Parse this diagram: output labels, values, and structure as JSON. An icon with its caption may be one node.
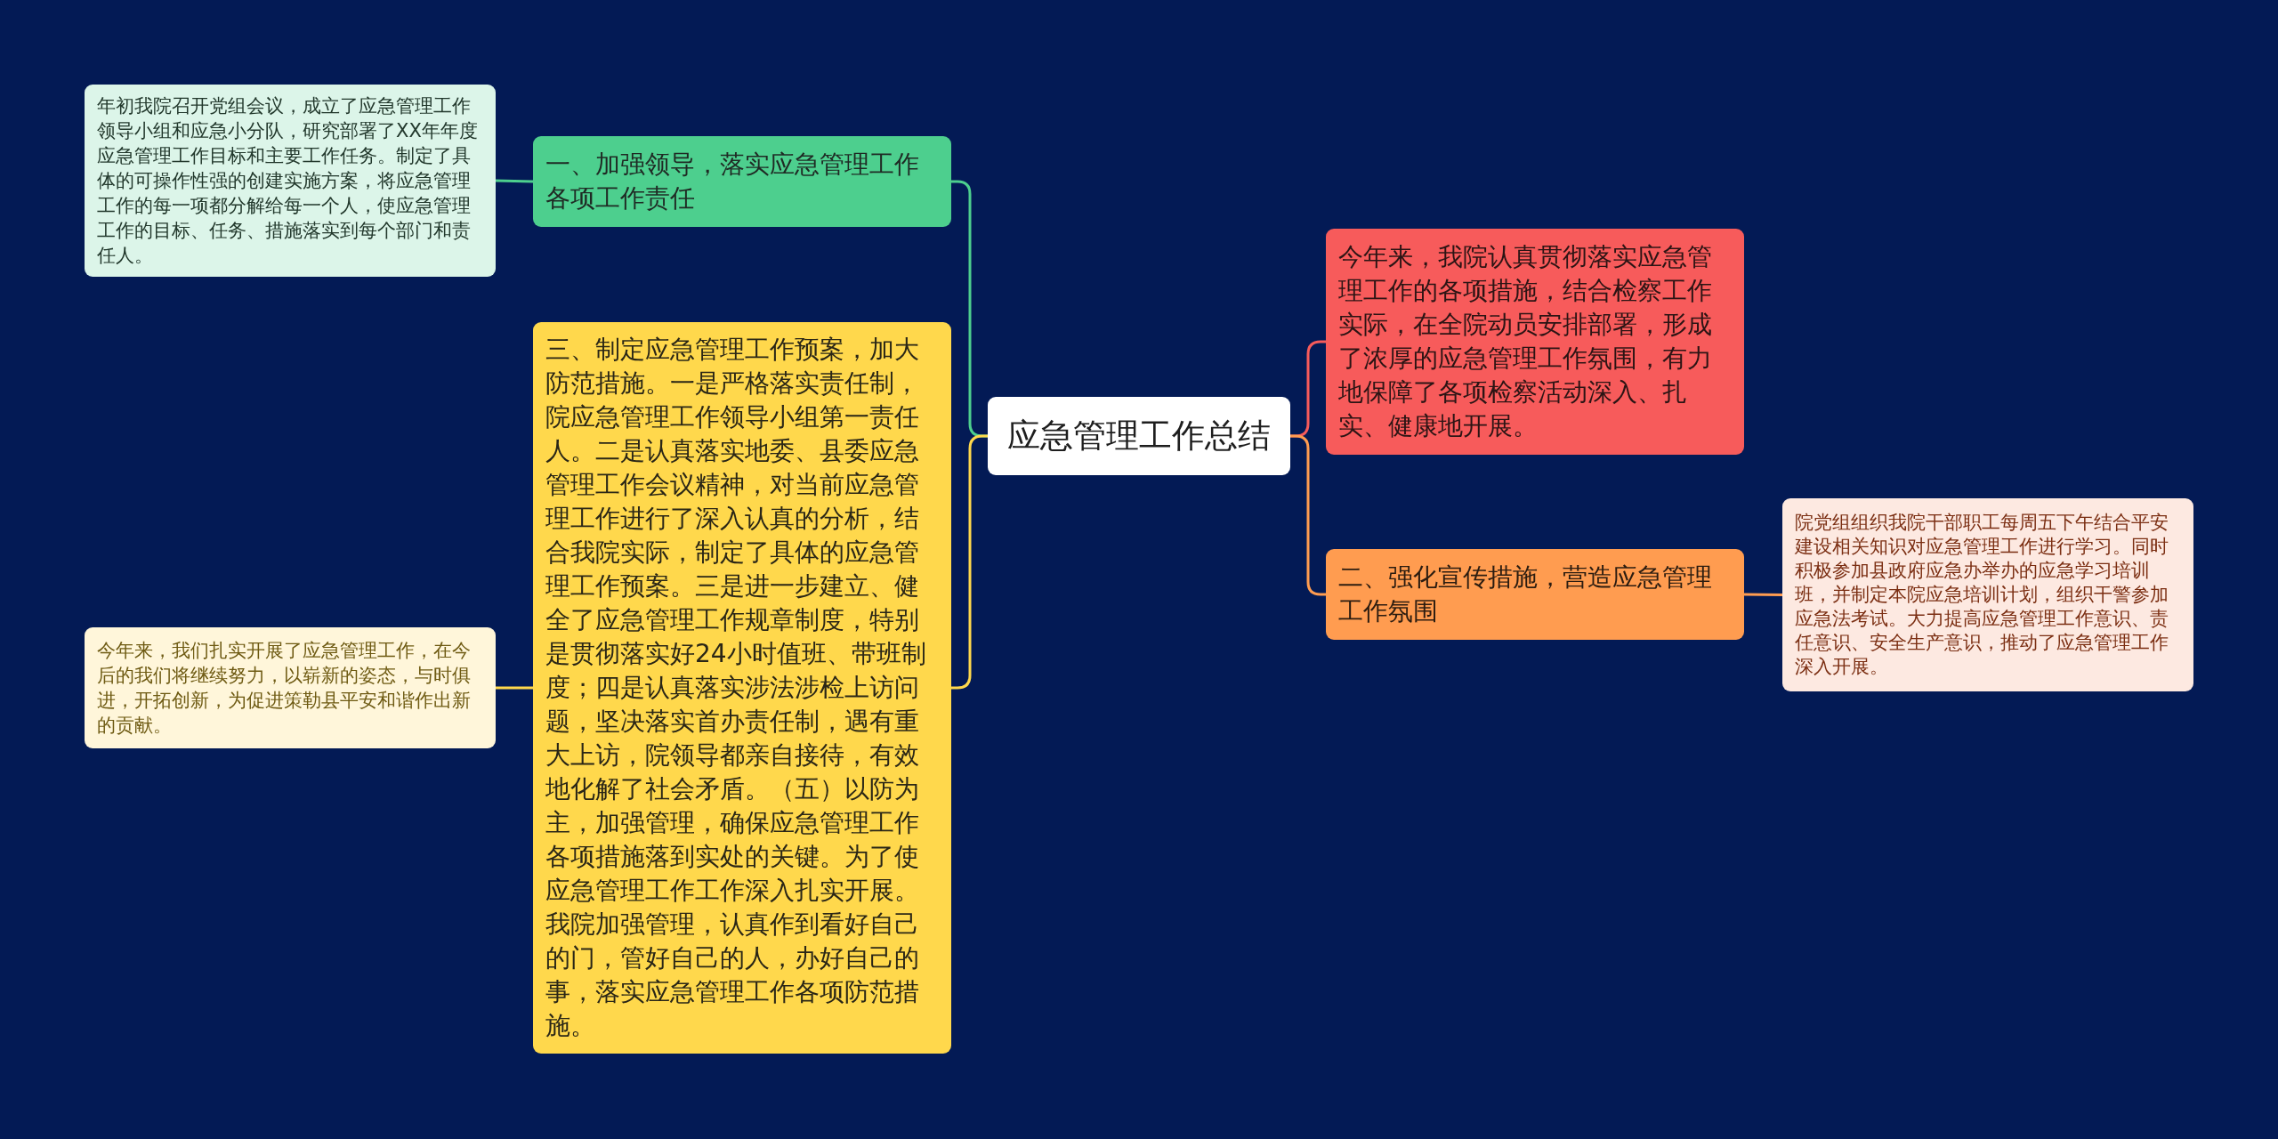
{
  "diagram": {
    "nodes": [
      {
        "text": [
          "应急管理工作总结"
        ]
      },
      {
        "text": [
          "一、加强领导，落实应急管理工作各项工作责任"
        ]
      },
      {
        "text": [
          "年初我院召开党组会议，成立了应急管理工作领导小组和应急小分队，研究部署了XX年年度应急管理工作目标和主要工作任务。制定了具体的可操作性强的创建实施方案，将应急管理工作的每一项都分解给每一个人，使应急管理工作的目标、任务、措施落实到每个部门和责任人。"
        ]
      },
      {
        "text": [
          "三、制定应急管理工作预案，加大防范措施。一是严格落实责任制，院应急管理工作领导小组第一责任人。二是认真落实地委、县委应急管理工作会议精神，对当前应急管理工作进行了深入认真的分析，结合我院实际，制定了具体的应急管理工作预案。三是进一步建立、健全了应急管理工作规章制度，特别是贯彻落实好24小时值班、带班制度；四是认真落实涉法涉检上访问题，坚决落实首办责任制，遇有重大上访，院领导都亲自接待，有效地化解了社会矛盾。（五）以防为主，加强管理，确保应急管理工作各项措施落到实处的关键。为了使应急管理工作工作深入扎实开展。我院加强管理，认真作到看好自己的门，管好自己的人，办好自己的事，落实应急管理工作各项防范措施。"
        ]
      },
      {
        "text": [
          "今年来，我们扎实开展了应急管理工作，在今后的我们将继续努力，以崭新的姿态，与时俱进，开拓创新，为促进策勒县平安和谐作出新的贡献。"
        ]
      },
      {
        "text": [
          "今年来，我院认真贯彻落实应急管理工作的各项措施，结合检察工作实际，在全院动员安排部署，形成了浓厚的应急管理工作氛围，有力地保障了各项检察活动深入、扎实、健康地开展。"
        ]
      },
      {
        "text": [
          "二、强化宣传措施，营造应急管理工作氛围"
        ]
      },
      {
        "text": [
          "院党组组织我院干部职工每周五下午结合平安建设相关知识对应急管理工作进行学习。同时积极参加县政府应急办举办的应急学习培训班，并制定本院应急培训计划，组织干警参加应急法考试。大力提高应急管理工作意识、责任意识、安全生产意识，推动了应急管理工作深入开展。"
        ]
      }
    ],
    "edges": [
      {
        "from": 0,
        "to": 1,
        "arrow": "none",
        "color": "#4dcf8e"
      },
      {
        "from": 1,
        "to": 2,
        "arrow": "none",
        "color": "#4dcf8e"
      },
      {
        "from": 0,
        "to": 3,
        "arrow": "none",
        "color": "#ffd84c"
      },
      {
        "from": 3,
        "to": 4,
        "arrow": "none",
        "color": "#ffd84c"
      },
      {
        "from": 0,
        "to": 5,
        "arrow": "none",
        "color": "#f75b5b"
      },
      {
        "from": 0,
        "to": 6,
        "arrow": "none",
        "color": "#ff9c50"
      },
      {
        "from": 6,
        "to": 7,
        "arrow": "none",
        "color": "#ff9c50"
      }
    ]
  }
}
